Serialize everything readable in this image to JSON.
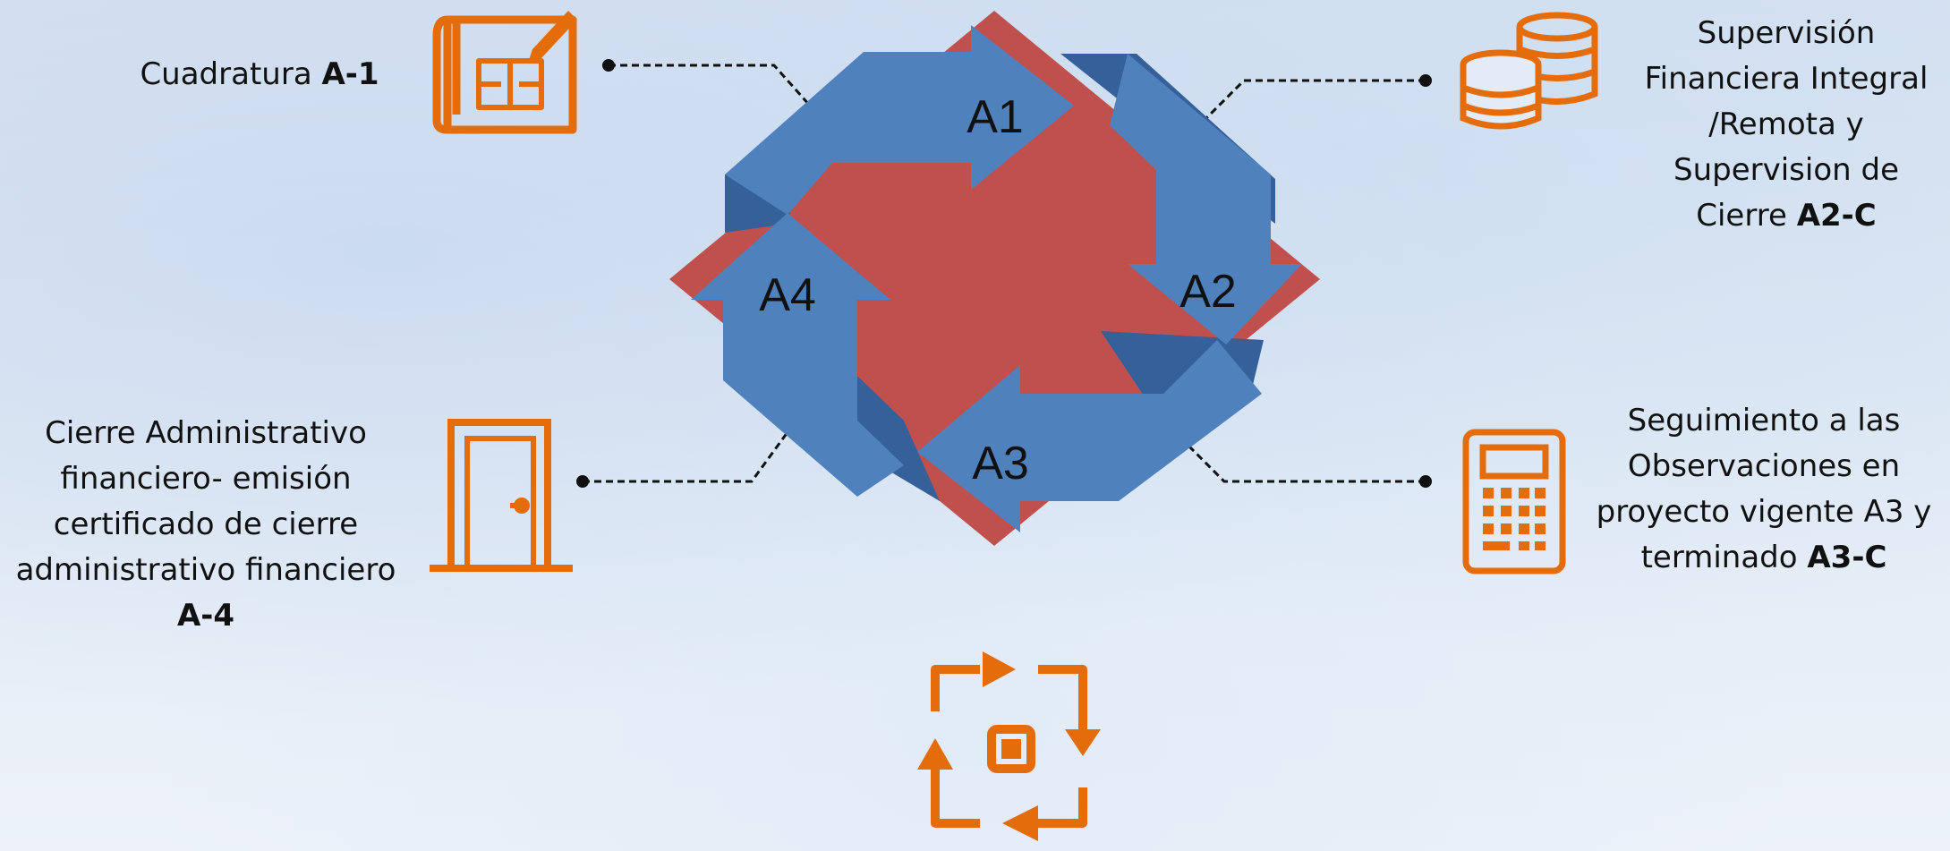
{
  "labels": {
    "a1": {
      "text": "Cuadratura ",
      "bold": "A-1"
    },
    "a2": {
      "line1": "Supervisión",
      "line2": "Financiera Integral",
      "line3": "/Remota  y",
      "line4": "Supervision de",
      "line5": "Cierre ",
      "bold": "A2-C"
    },
    "a3": {
      "line1": "Seguimiento a las",
      "line2": "Observaciones en",
      "line3": "proyecto vigente A3 y",
      "line4": "terminado ",
      "bold": "A3-C"
    },
    "a4": {
      "line1": "Cierre Administrativo",
      "line2": "financiero- emisión",
      "line3": "certificado de cierre",
      "line4": "administrativo financiero",
      "bold": "A-4"
    }
  },
  "cycle": {
    "a1": "A1",
    "a2": "A2",
    "a3": "A3",
    "a4": "A4"
  },
  "icons": {
    "a1": "blueprint-icon",
    "a2": "coins-icon",
    "a3": "calculator-icon",
    "a4": "door-icon",
    "center": "cycle-icon"
  },
  "colors": {
    "blue": "#4f81bd",
    "red": "#c0504d",
    "orange": "#e46c0a"
  }
}
